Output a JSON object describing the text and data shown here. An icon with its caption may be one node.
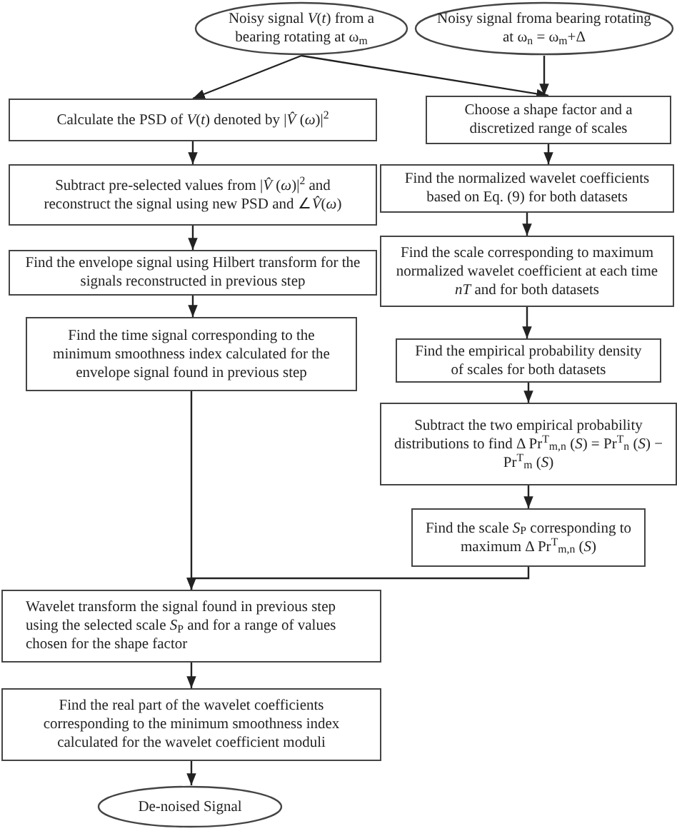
{
  "diagram": {
    "nodes": [
      {
        "text": [
          "Noisy signal *V*(*t*) from a bearing rotating at ω$_{m}$"
        ]
      },
      {
        "text": [
          "Noisy signal froma bearing rotating at ω$_{n}$ = ω$_{m}$+Δ"
        ]
      },
      {
        "text": [
          "Calculate the PSD of *V*(*t*) denoted by |*V̂* (*ω*)|$^{2}$"
        ]
      },
      {
        "text": [
          "Choose a shape factor and a discretized range of scales"
        ]
      },
      {
        "text": [
          "Subtract pre-selected values from |*V̂* (*ω*)|$^{2}$ and reconstruct the signal using new PSD and ∠*V̂*(*ω*)"
        ]
      },
      {
        "text": [
          "Find the normalized wavelet coefficients based on Eq. (9) for both datasets"
        ]
      },
      {
        "text": [
          "Find the envelope signal using Hilbert transform for the signals reconstructed in previous step"
        ]
      },
      {
        "text": [
          "Find the scale corresponding to maximum normalized wavelet coefficient at each time *nT* and for both datasets"
        ]
      },
      {
        "text": [
          "Find the time signal corresponding to the minimum smoothness index calculated for the envelope signal found in previous step"
        ]
      },
      {
        "text": [
          "Find the empirical probability density of scales for both datasets"
        ]
      },
      {
        "text": [
          "Subtract the two empirical probability distributions to find Δ Pr$^{T}$$_{m,n}$ (*S*) = Pr$^{T}$$_{n}$ (*S*) − Pr$^{T}$$_{m}$ (*S*)"
        ]
      },
      {
        "text": [
          "Find the scale *S*$_{P}$ corresponding to maximum Δ Pr$^{T}$$_{m,n}$ (*S*)"
        ]
      },
      {
        "text": [
          "Wavelet transform the signal found in previous step using the selected scale *S*$_{P}$ and for a range of values chosen for the shape factor"
        ]
      },
      {
        "text": [
          "Find the real part of the wavelet coefficients corresponding to the minimum smoothness index calculated for the wavelet coefficient moduli"
        ]
      },
      {
        "text": [
          "De-noised Signal"
        ]
      }
    ],
    "edges": [
      {
        "from": 0,
        "to": 2,
        "arrow": "to"
      },
      {
        "from": 0,
        "to": 3,
        "arrow": "to"
      },
      {
        "from": 1,
        "to": 3,
        "arrow": "to"
      },
      {
        "from": 2,
        "to": 4,
        "arrow": "to"
      },
      {
        "from": 3,
        "to": 5,
        "arrow": "to"
      },
      {
        "from": 4,
        "to": 6,
        "arrow": "to"
      },
      {
        "from": 5,
        "to": 7,
        "arrow": "to"
      },
      {
        "from": 6,
        "to": 8,
        "arrow": "to"
      },
      {
        "from": 7,
        "to": 9,
        "arrow": "to"
      },
      {
        "from": 9,
        "to": 10,
        "arrow": "to"
      },
      {
        "from": 10,
        "to": 11,
        "arrow": "to"
      },
      {
        "from": 8,
        "to": 12,
        "arrow": "to"
      },
      {
        "from": 11,
        "to": 12,
        "arrow": "to"
      },
      {
        "from": 12,
        "to": 13,
        "arrow": "to"
      },
      {
        "from": 13,
        "to": 14,
        "arrow": "to"
      }
    ]
  }
}
